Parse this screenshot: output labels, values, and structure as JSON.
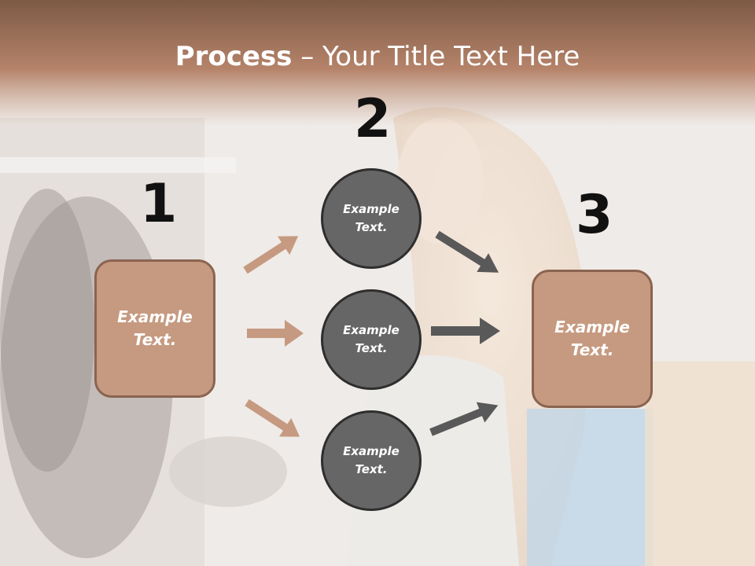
{
  "title": {
    "bold": "Process",
    "rest": " – Your Title Text Here"
  },
  "steps": [
    {
      "number": "1",
      "text_line1": "Example",
      "text_line2": "Text."
    },
    {
      "number": "2"
    },
    {
      "number": "3",
      "text_line1": "Example",
      "text_line2": "Text."
    }
  ],
  "circles": [
    {
      "text_line1": "Example",
      "text_line2": "Text."
    },
    {
      "text_line1": "Example",
      "text_line2": "Text."
    },
    {
      "text_line1": "Example",
      "text_line2": "Text."
    }
  ],
  "colors": {
    "accent": "#c69a80",
    "circle": "#666666",
    "arrow_in": "#c69a80",
    "arrow_out": "#595959"
  }
}
